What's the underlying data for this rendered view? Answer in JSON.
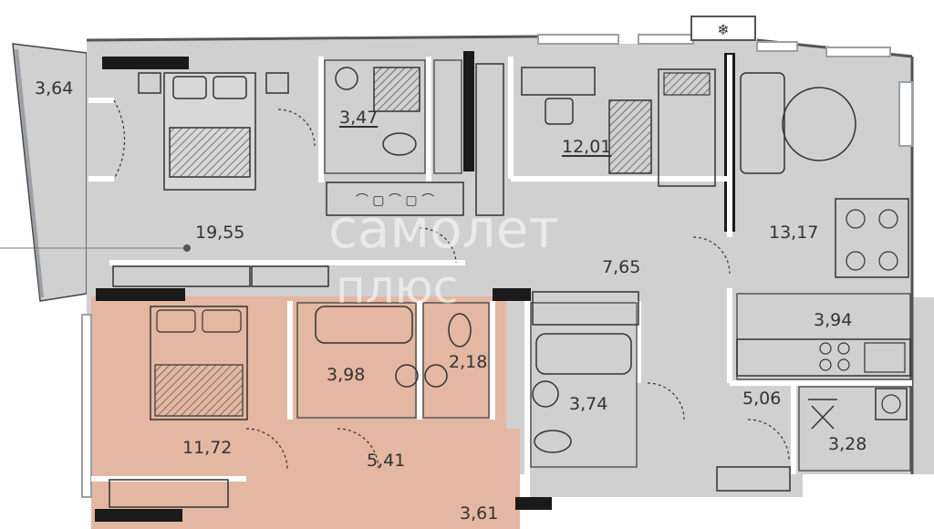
{
  "plan": {
    "rooms": [
      {
        "id": "balcony",
        "area": "3,64"
      },
      {
        "id": "master-bath",
        "area": "3,47"
      },
      {
        "id": "bedroom-child",
        "area": "12,01"
      },
      {
        "id": "master-bedroom",
        "area": "19,55"
      },
      {
        "id": "hall",
        "area": "7,65"
      },
      {
        "id": "living",
        "area": "13,17"
      },
      {
        "id": "kitchen",
        "area": "3,94"
      },
      {
        "id": "bedroom-lower",
        "area": "11,72"
      },
      {
        "id": "bath-lower",
        "area": "3,98"
      },
      {
        "id": "wc-lower",
        "area": "2,18"
      },
      {
        "id": "bath-center",
        "area": "3,74"
      },
      {
        "id": "corridor-right",
        "area": "5,06"
      },
      {
        "id": "laundry",
        "area": "3,28"
      },
      {
        "id": "corridor-lower",
        "area": "5,41"
      },
      {
        "id": "wardrobe-lower",
        "area": "3,61"
      }
    ],
    "watermark": {
      "line1": "самолет",
      "line2": "плюс"
    },
    "colors": {
      "apartment_fill": "#cfd0cf",
      "neighbor_fill": "#e3b7a2",
      "wall": "#1a1a1a",
      "window": "#9aa0a6",
      "furniture": "#444444"
    }
  }
}
